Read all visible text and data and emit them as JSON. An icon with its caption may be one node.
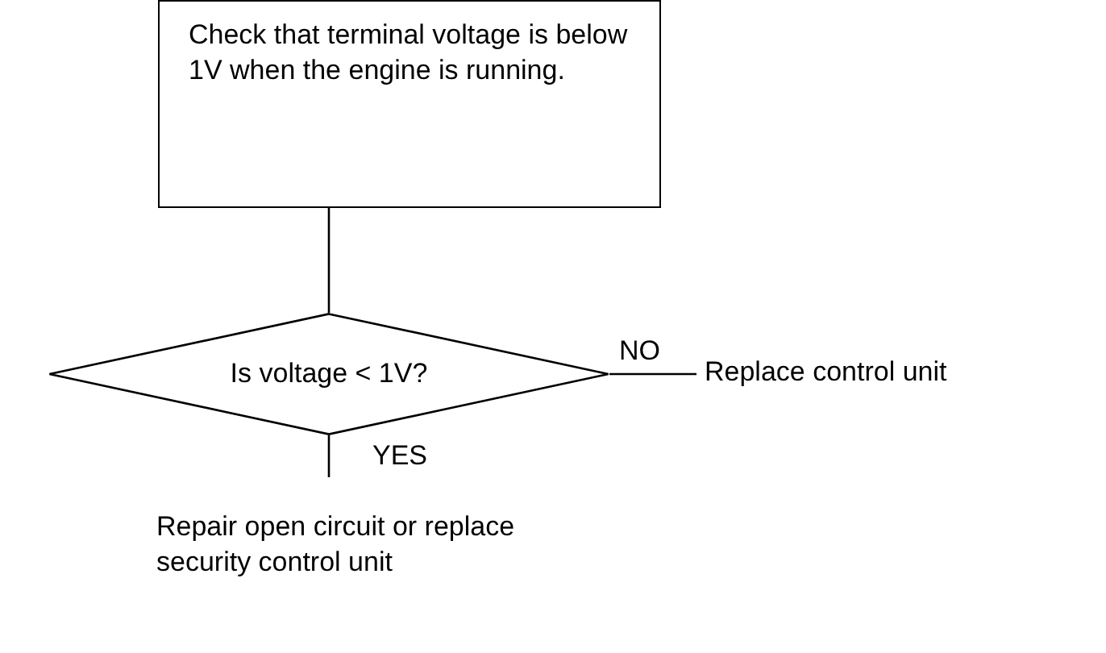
{
  "diagram": {
    "nodes": [
      {
        "text": [
          "Check that terminal voltage is below 1V when the engine is running."
        ]
      },
      {
        "text": [
          "Is voltage < 1V?"
        ]
      },
      {
        "text": [
          "Replace control unit"
        ]
      },
      {
        "text": [
          "Repair open circuit or replace security control unit"
        ]
      }
    ],
    "edges": [
      {
        "from": 0,
        "to": 1,
        "arrow": "none"
      },
      {
        "from": 1,
        "to": 2,
        "arrow": "none",
        "label": "NO"
      },
      {
        "from": 1,
        "to": 3,
        "arrow": "none",
        "label": "YES"
      }
    ]
  }
}
